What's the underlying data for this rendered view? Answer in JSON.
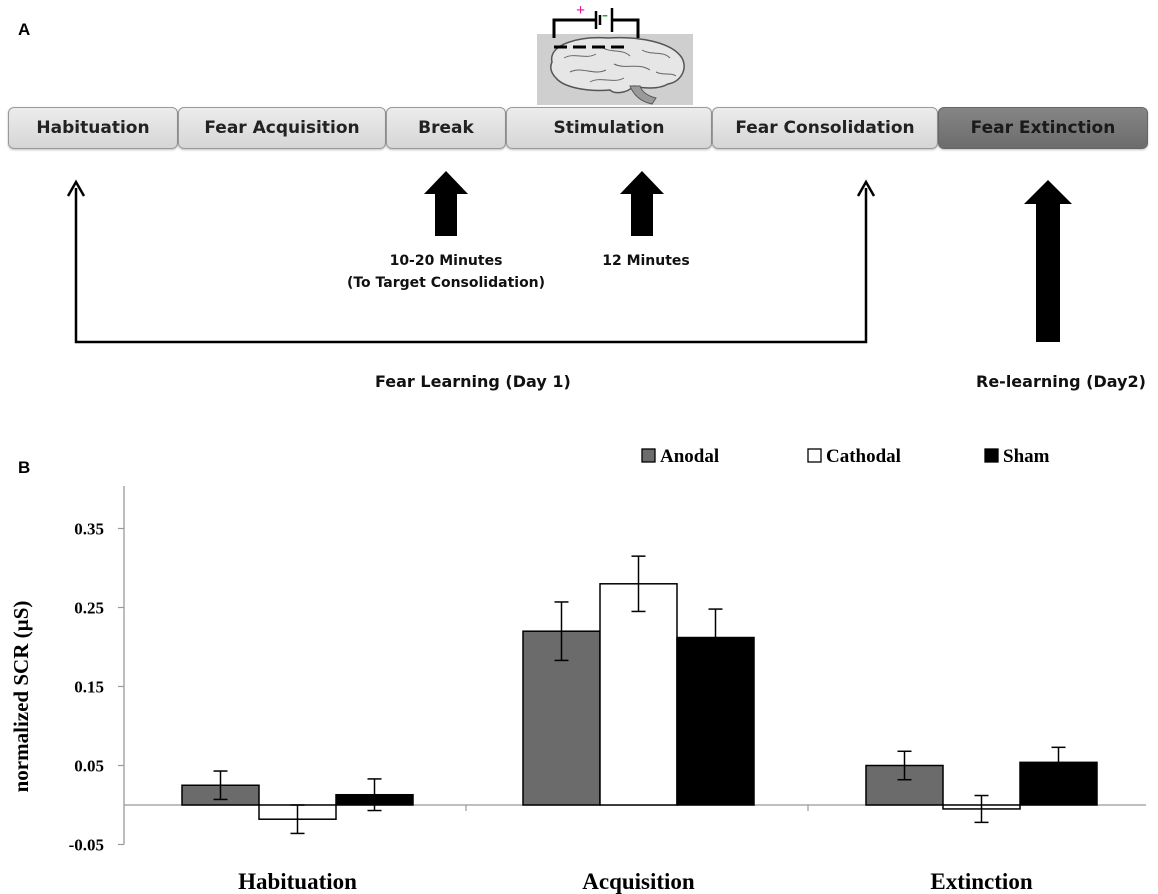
{
  "panel_a": {
    "label": "A",
    "stages": [
      {
        "label": "Habituation"
      },
      {
        "label": "Fear Acquisition"
      },
      {
        "label": "Break"
      },
      {
        "label": "Stimulation"
      },
      {
        "label": "Fear Consolidation"
      },
      {
        "label": "Fear Extinction"
      }
    ],
    "electrode_plus": "+",
    "electrode_minus": "-",
    "break_note_line1": "10-20 Minutes",
    "break_note_line2": "(To Target Consolidation)",
    "stim_note": "12 Minutes",
    "day1_label": "Fear Learning (Day 1)",
    "day2_label": "Re-learning (Day2)"
  },
  "panel_b": {
    "label": "B"
  },
  "chart_data": {
    "type": "bar",
    "categories": [
      "Habituation",
      "Acquisition",
      "Extinction"
    ],
    "series": [
      {
        "name": "Anodal",
        "values": [
          0.025,
          0.22,
          0.05
        ],
        "errors": [
          0.018,
          0.037,
          0.018
        ],
        "color": "#6b6b6b"
      },
      {
        "name": "Cathodal",
        "values": [
          -0.018,
          0.28,
          -0.005
        ],
        "errors": [
          0.018,
          0.035,
          0.017
        ],
        "color": "#ffffff"
      },
      {
        "name": "Sham",
        "values": [
          0.013,
          0.212,
          0.054
        ],
        "errors": [
          0.02,
          0.036,
          0.019
        ],
        "color": "#000000"
      }
    ],
    "ylabel": "normalized SCR (µS)",
    "xlabel": "",
    "yticks": [
      "0.35",
      "0.25",
      "0.15",
      "0.05",
      "-0.05"
    ],
    "ytick_values": [
      0.35,
      0.25,
      0.15,
      0.05,
      -0.05
    ],
    "ylim": [
      -0.05,
      0.4
    ],
    "legend_position": "top"
  }
}
